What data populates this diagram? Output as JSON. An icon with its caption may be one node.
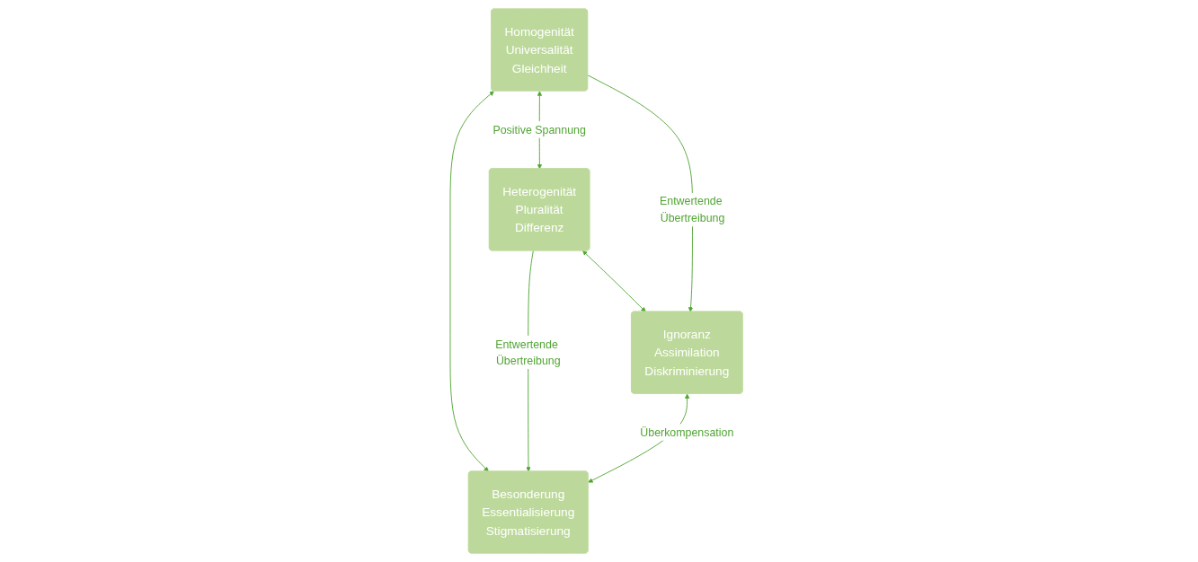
{
  "diagram": {
    "nodes": [
      {
        "text": [
          "Homogenität",
          "Universalität",
          "Gleichheit"
        ]
      },
      {
        "text": [
          "Heterogenität",
          "Pluralität",
          "Differenz"
        ]
      },
      {
        "text": [
          "Ignoranz",
          "Assimilation",
          "Diskriminierung"
        ]
      },
      {
        "text": [
          "Besonderung",
          "Essentialisierung",
          "Stigmatisierung"
        ]
      }
    ],
    "edges": [
      {
        "from": 0,
        "to": 1,
        "arrow": "both",
        "label": "Positive Spannung"
      },
      {
        "from": 0,
        "to": 3,
        "arrow": "both"
      },
      {
        "from": 1,
        "to": 2,
        "arrow": "both"
      },
      {
        "from": 0,
        "to": 2,
        "arrow": "to",
        "label": "Entwertende Übertreibung"
      },
      {
        "from": 1,
        "to": 3,
        "arrow": "to",
        "label": "Entwertende Übertreibung"
      },
      {
        "from": 2,
        "to": 3,
        "arrow": "both",
        "label": "Überkompensation"
      }
    ]
  }
}
